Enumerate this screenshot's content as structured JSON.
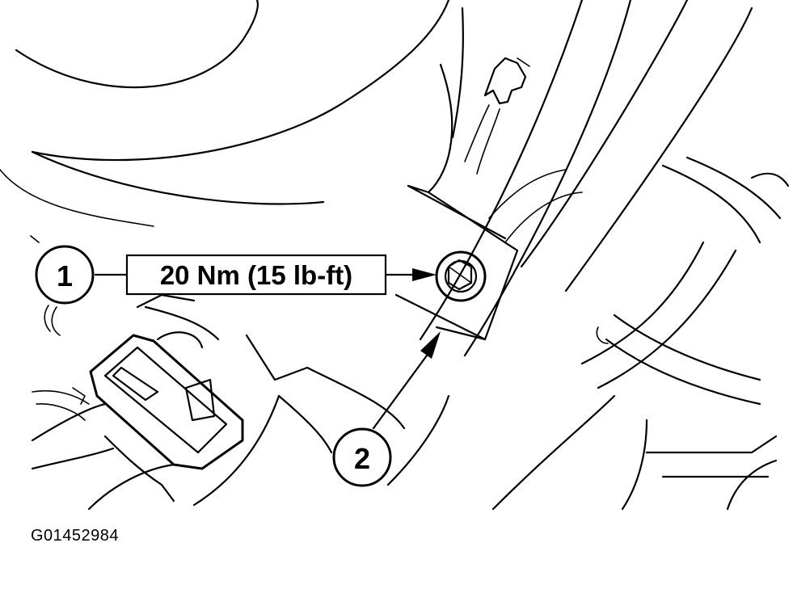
{
  "callouts": [
    {
      "number": "1"
    },
    {
      "number": "2"
    }
  ],
  "torque_spec": "20 Nm (15 lb-ft)",
  "figure_id": "G01452984",
  "colors": {
    "ink": "#000000",
    "background": "#ffffff"
  }
}
